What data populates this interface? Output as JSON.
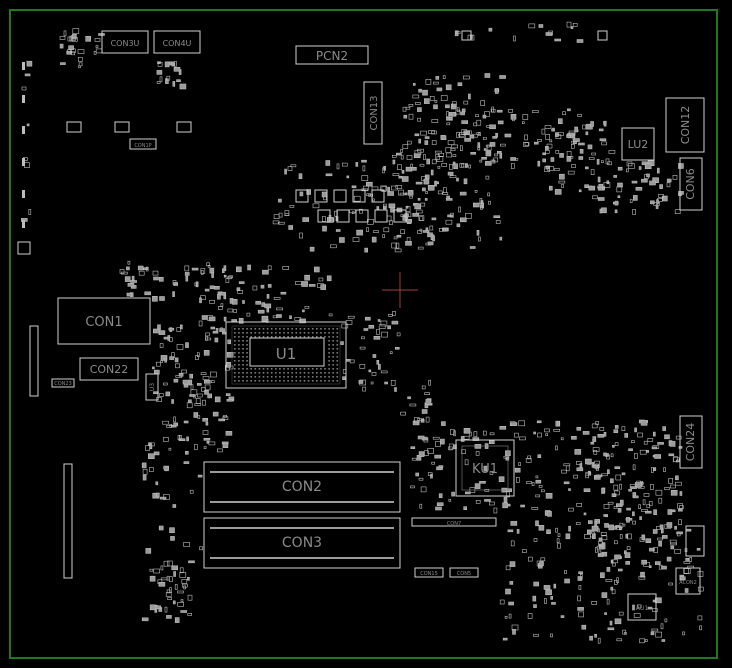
{
  "board": {
    "outline_color": "#1f7a1f",
    "outline_color_inner": "#2a8f2a",
    "component_stroke": "#cfcfcf",
    "label_color": "#8a8a8a",
    "pad_color": "#bdbdbd",
    "crosshair_color": "#a04040"
  },
  "labels": {
    "con3u": "CON3U",
    "con4u": "CON4U",
    "pcn2": "PCN2",
    "con13": "CON13",
    "con12": "CON12",
    "lu2": "LU2",
    "con6": "CON6",
    "con1": "CON1",
    "u1": "U1",
    "con22": "CON22",
    "ku1": "KU1",
    "con24": "CON24",
    "con2": "CON2",
    "con3": "CON3",
    "con1p": "CON1P",
    "con23": "CON23",
    "u3": "U3",
    "con7": "CON7",
    "con15": "CON15",
    "con5": "CON5",
    "acon2": "ACON2",
    "au1": "AU1"
  },
  "icons": {
    "crosshair": "crosshair-icon",
    "fiducial": "fiducial-icon"
  }
}
